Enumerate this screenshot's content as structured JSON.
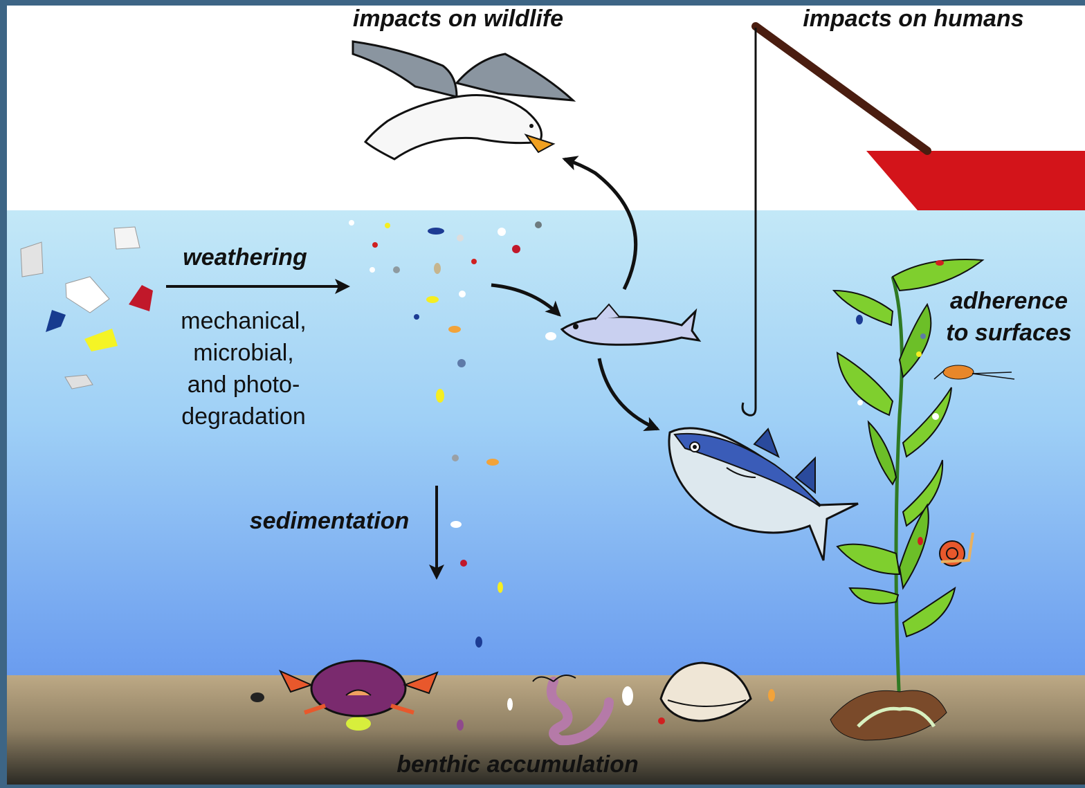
{
  "labels": {
    "impacts_wildlife": "impacts on wildlife",
    "impacts_humans": "impacts on humans",
    "weathering": "weathering",
    "degradation_lines": [
      "mechanical,",
      "microbial,",
      "and photo-",
      "degradation"
    ],
    "sedimentation": "sedimentation",
    "adherence_lines": [
      "adherence",
      "to surfaces"
    ],
    "benthic": "benthic accumulation"
  },
  "colors": {
    "frame": "#3d6585",
    "sky": "#ffffff",
    "water_top": "#bfe6f6",
    "water_bottom": "#6d9ef0",
    "sediment": "#b9a482",
    "boat": "#d3141a",
    "rod": "#4a1d10",
    "arrow": "#111111"
  },
  "icons": [
    "seagull-icon",
    "fishing-rod-icon",
    "boat-icon",
    "small-fish-icon",
    "tuna-icon",
    "kelp-icon",
    "crab-icon",
    "worm-icon",
    "clam-icon",
    "snail-icon",
    "copepod-icon"
  ]
}
